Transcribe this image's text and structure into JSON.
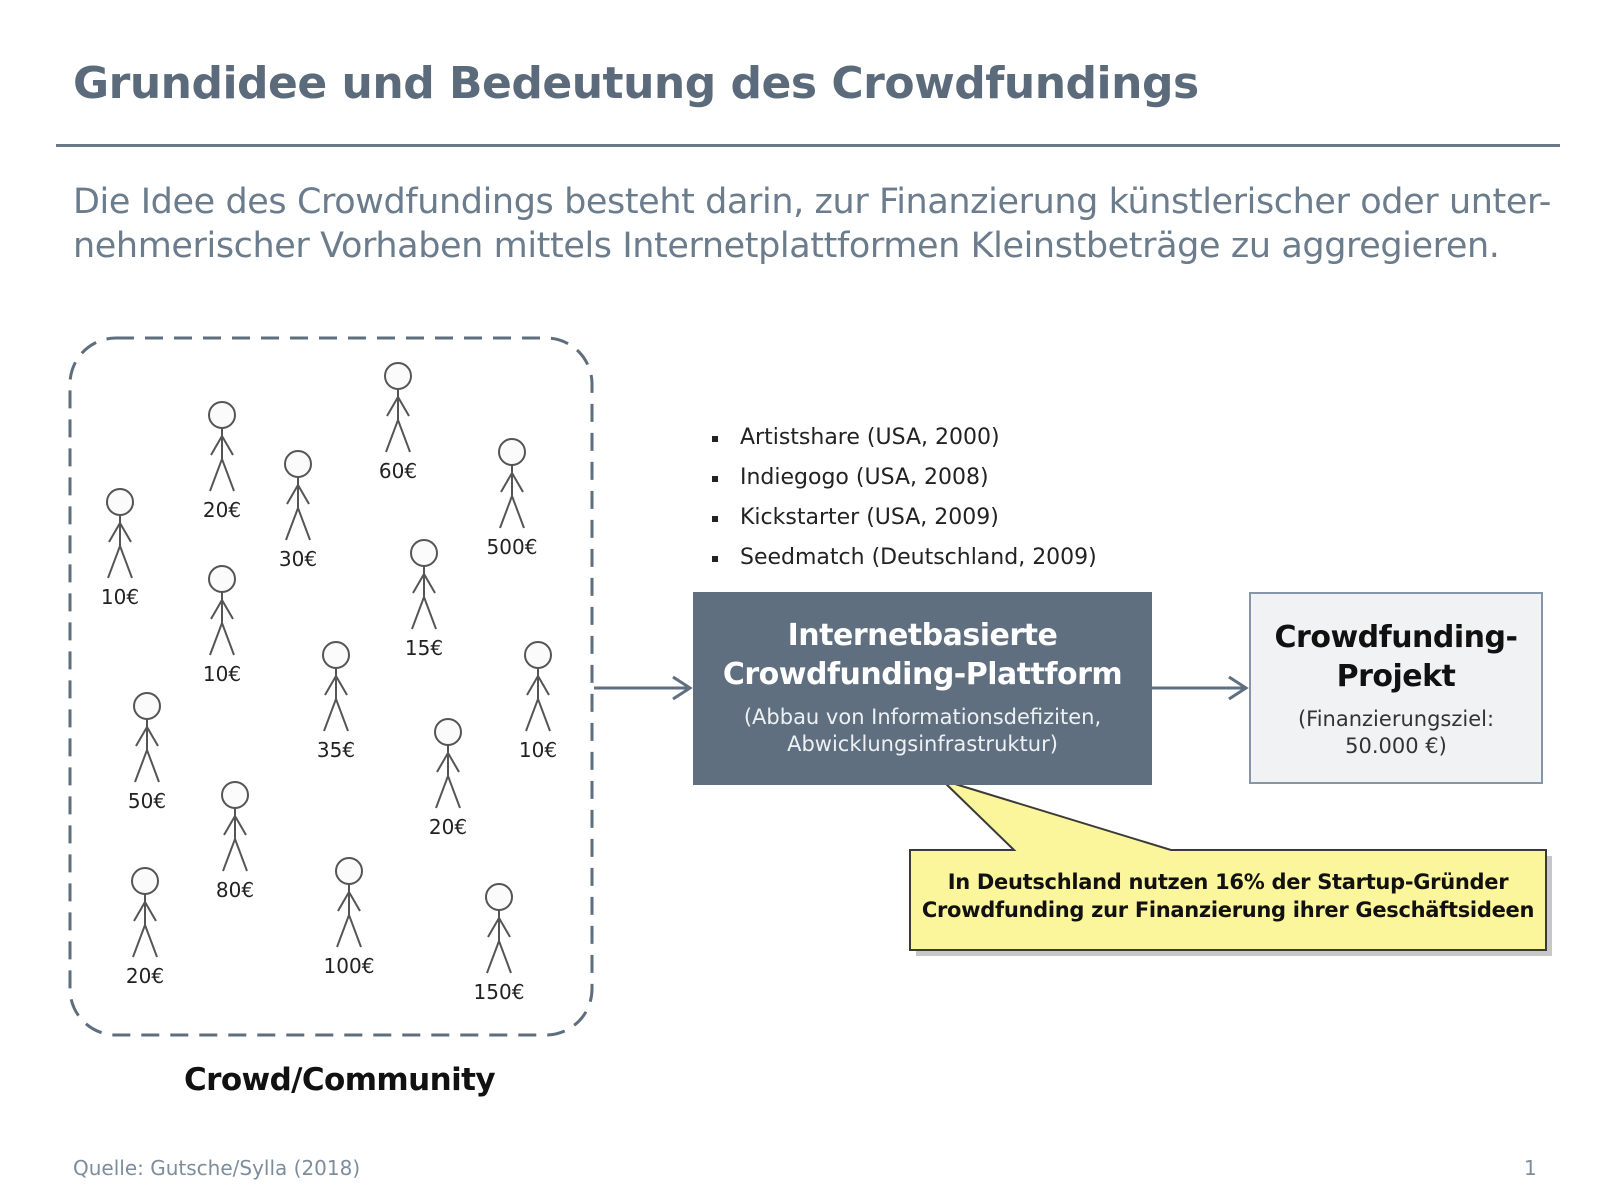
{
  "slide": {
    "title": "Grundidee und Bedeutung des Crowdfundings",
    "lead_line1": "Die Idee des Crowdfundings besteht darin, zur Finanzierung künstlerischer oder unter-",
    "lead_line2": "nehmerischer Vorhaben mittels Internetplattformen Kleinstbeträge zu aggregieren.",
    "source": "Quelle: Gutsche/Sylla (2018)",
    "page_number": "1"
  },
  "crowd": {
    "label": "Crowd/Community",
    "contributions": [
      "10€",
      "20€",
      "30€",
      "60€",
      "500€",
      "10€",
      "15€",
      "35€",
      "10€",
      "50€",
      "80€",
      "20€",
      "20€",
      "100€",
      "150€"
    ]
  },
  "platform_examples": [
    "Artistshare (USA, 2000)",
    "Indiegogo (USA, 2008)",
    "Kickstarter (USA, 2009)",
    "Seedmatch (Deutschland, 2009)"
  ],
  "platform_box": {
    "title_line1": "Internetbasierte",
    "title_line2": "Crowdfunding-Plattform",
    "subtitle_line1": "(Abbau von Informationsdefiziten,",
    "subtitle_line2": "Abwicklungsinfrastruktur)"
  },
  "project_box": {
    "title_line1": "Crowdfunding-",
    "title_line2": "Projekt",
    "subtitle_line1": "(Finanzierungsziel:",
    "subtitle_line2": "50.000 €)"
  },
  "callout": {
    "line1": "In Deutschland nutzen 16% der Startup-Gründer",
    "line2": "Crowdfunding zur Finanzierung ihrer Geschäftsideen"
  },
  "colors": {
    "title": "#5b6b7b",
    "platform_fill": "#5f6f7f",
    "project_fill": "#f1f2f3",
    "callout_fill": "#fbf59c",
    "arrow": "#5f6f7f"
  }
}
